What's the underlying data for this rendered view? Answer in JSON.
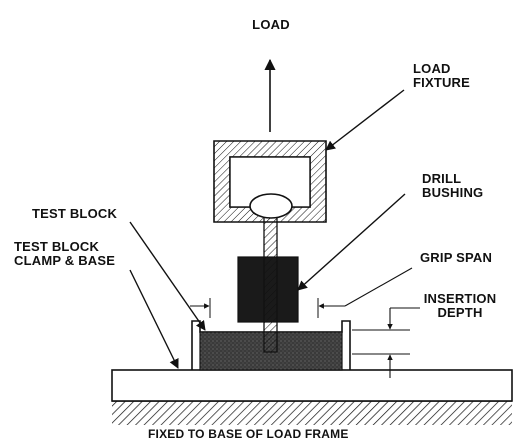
{
  "labels": {
    "load": "LOAD",
    "load_fixture": [
      "LOAD",
      "FIXTURE"
    ],
    "drill_bushing": [
      "DRILL",
      "BUSHING"
    ],
    "test_block": "TEST BLOCK",
    "test_block_clamp": [
      "TEST BLOCK",
      "CLAMP & BASE"
    ],
    "grip_span": "GRIP SPAN",
    "insertion_depth": [
      "INSERTION",
      "DEPTH"
    ],
    "base_caption": "FIXED TO BASE OF LOAD FRAME"
  },
  "colors": {
    "ink": "#111111",
    "paper": "#ffffff",
    "block_fill": "#3a3a3a",
    "bushing_fill": "#1a1a1a"
  }
}
